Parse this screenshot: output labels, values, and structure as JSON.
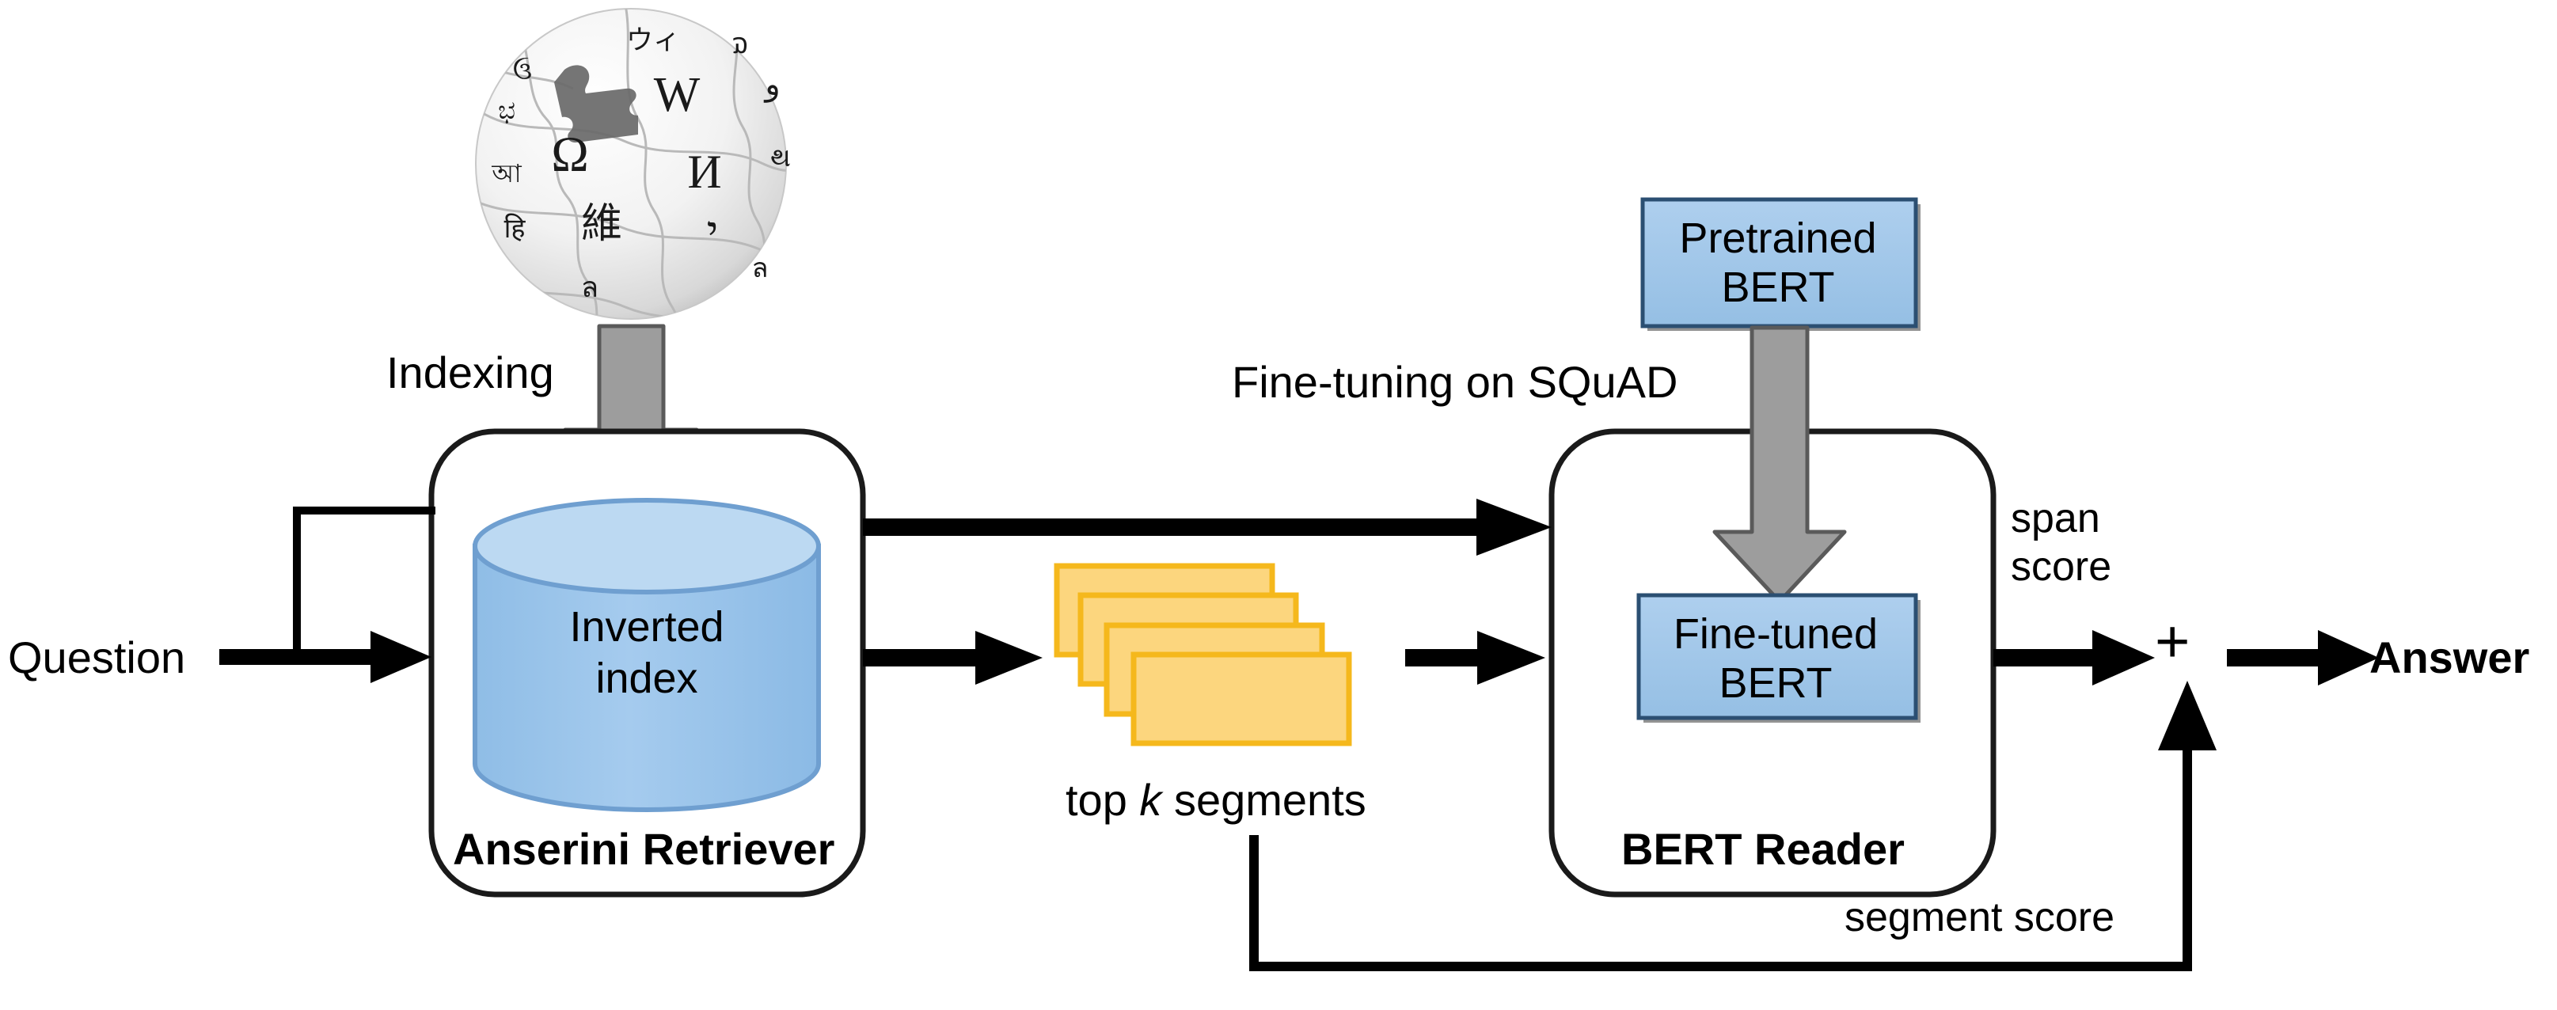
{
  "diagram": {
    "title": "Anserini Retriever and BERT Reader open-domain QA pipeline",
    "colors": {
      "chip_fill": "#9ec5e8",
      "chip_stroke": "#2b4f72",
      "cylinder_body": "#93c0e8",
      "cylinder_top": "#bcd9f2",
      "cylinder_stroke": "#6f9fd0",
      "segment_fill": "#fcd67e",
      "segment_stroke": "#f5b81c",
      "gray_arrow_fill": "#9d9d9d",
      "gray_arrow_stroke": "#5a5a5a",
      "black": "#000000",
      "container_stroke": "#1a1a1a"
    },
    "nodes": {
      "wikipedia_logo": "wikipedia-globe-icon",
      "indexing_label": "Indexing",
      "finetuning_label": "Fine-tuning on SQuAD",
      "question_label": "Question",
      "answer_label": "Answer",
      "topk_label_prefix": "top ",
      "topk_label_italic": "k",
      "topk_label_suffix": " segments",
      "span_score_line1": "span",
      "span_score_line2": "score",
      "segment_score_label": "segment score",
      "plus_symbol": "+"
    },
    "retriever_box": {
      "title": "Anserini Retriever",
      "cylinder_line1": "Inverted",
      "cylinder_line2": "index"
    },
    "reader_box": {
      "title": "BERT Reader",
      "pretrained_chip_line1": "Pretrained",
      "pretrained_chip_line2": "BERT",
      "finetuned_chip_line1": "Fine-tuned",
      "finetuned_chip_line2": "BERT"
    },
    "segments": {
      "count": 4,
      "caption_prefix": "top ",
      "caption_italic": "k",
      "caption_suffix": " segments"
    }
  }
}
